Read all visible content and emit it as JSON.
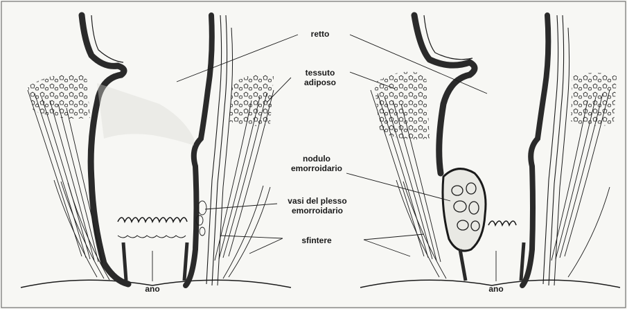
{
  "labels": {
    "retto": "retto",
    "tessuto_line1": "tessuto",
    "tessuto_line2": "adiposo",
    "nodulo_line1": "nodulo",
    "nodulo_line2": "emorroidario",
    "vasi_line1": "vasi del plesso",
    "vasi_line2": "emorroidario",
    "sfintere": "sfintere",
    "ano_left": "ano",
    "ano_right": "ano"
  },
  "colors": {
    "ink": "#1a1a1a",
    "shade": "#3a3a3a",
    "paper": "#f7f7f4",
    "frame": "#555555"
  }
}
